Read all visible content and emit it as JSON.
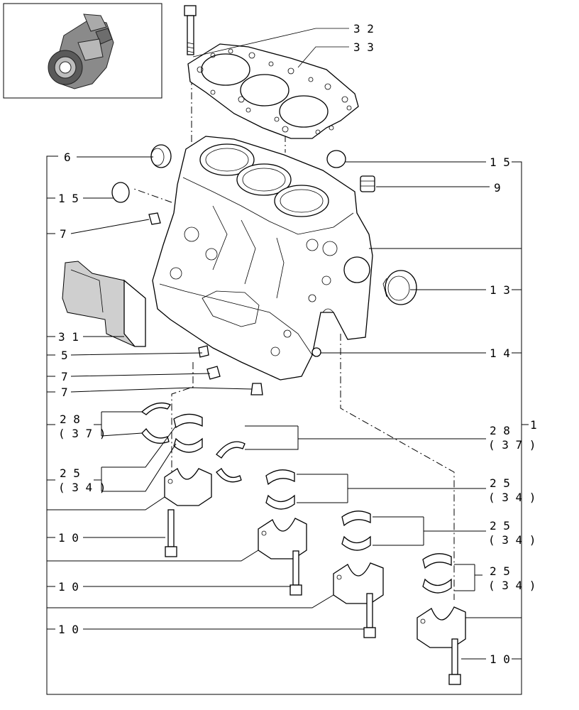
{
  "diagram": {
    "callouts": {
      "c32": "3 2",
      "c33": "3 3",
      "c6": "6",
      "c15a": "1 5",
      "c15b": "1 5",
      "c9": "9",
      "c7a": "7",
      "c13": "1 3",
      "c31": "3 1",
      "c5": "5",
      "c14": "1 4",
      "c7b": "7",
      "c7c": "7",
      "c28a": "2 8",
      "c37a": "( 3 7 )",
      "c28b": "2 8",
      "c37b": "( 3 7 )",
      "c1": "1",
      "c25a": "2 5",
      "c34a": "( 3 4 )",
      "c25b": "2 5",
      "c34b": "( 3 4 )",
      "c25c": "2 5",
      "c34c": "( 3 4 )",
      "c25d": "2 5",
      "c34d": "( 3 4 )",
      "c10a": "1 0",
      "c10b": "1 0",
      "c10c": "1 0",
      "c10d": "1 0"
    }
  }
}
